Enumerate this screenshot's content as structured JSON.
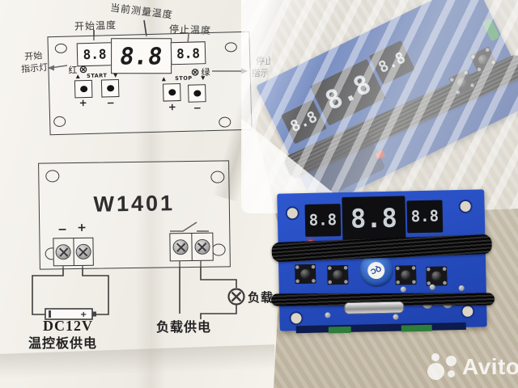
{
  "source": {
    "watermark": "Avito"
  },
  "colors": {
    "table": "#cbc2b0",
    "paper": "#f4f2ec",
    "ink": "#3c3c3c",
    "pcb_blue": "#2a50c0",
    "pcb_blue_bagged": "#35549e",
    "display_black": "#0f0f12",
    "digit_gray": "#ccd2d6",
    "led_red": "#e03222",
    "led_green": "#3cc84a",
    "buzzer_blue": "#3a76dd",
    "probe_silver": "#c9c9c9"
  },
  "icons": {
    "circle_cross": "⊗",
    "arrow_up": "▲",
    "arrow_down": "▼"
  },
  "manual": {
    "panel": {
      "label_current_temp": "当前测量温度",
      "label_start_temp": "开始温度",
      "label_stop_temp": "停止温度",
      "start_indicator": [
        "开始",
        "指示灯"
      ],
      "stop_indicator": [
        "停止",
        "指示灯"
      ],
      "label_red": "红",
      "label_green": "绿",
      "start_label": "START",
      "stop_label": "STOP",
      "plus": "+",
      "minus": "−",
      "displays": [
        "8.8",
        "8.8",
        "8.8"
      ]
    },
    "board_outline": {
      "model": "W1401",
      "minus": "−",
      "plus": "+"
    },
    "wiring": {
      "battery_plus": "+",
      "psu_label": "DC12V",
      "psu_caption": "温控板供电",
      "load_supply_caption": "负载供电",
      "load_label": "负载"
    }
  },
  "bagged_module": {
    "displays": [
      "8.8",
      "8.8",
      "8.8"
    ]
  },
  "thermostat_module": {
    "displays": [
      "8.8",
      "8.8",
      "8.8"
    ],
    "sticker": "QC"
  }
}
